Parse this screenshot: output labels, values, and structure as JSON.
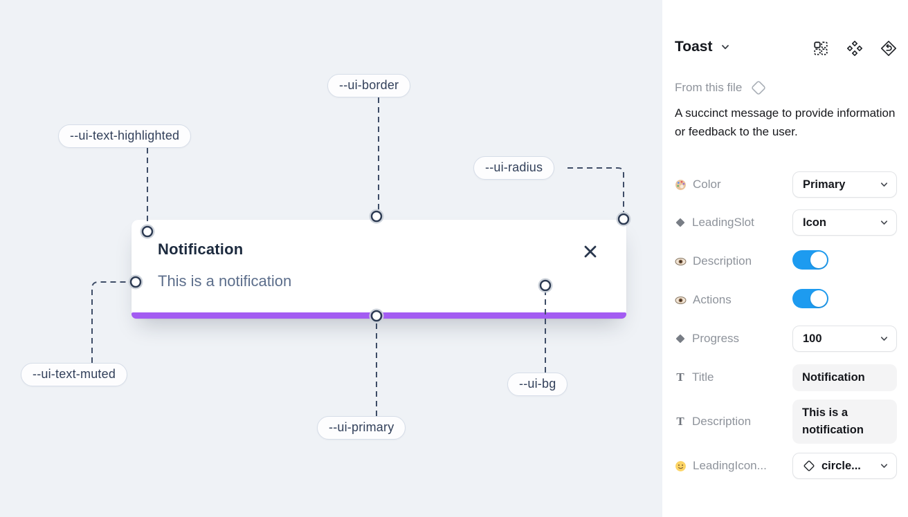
{
  "colors": {
    "canvas_bg": "#eff2f6",
    "accent_purple": "#a35cf2",
    "toggle_blue": "#1d9bf0"
  },
  "canvas": {
    "toast": {
      "title": "Notification",
      "description": "This is a notification"
    },
    "labels": [
      {
        "text": "--ui-border"
      },
      {
        "text": "--ui-text-highlighted"
      },
      {
        "text": "--ui-radius"
      },
      {
        "text": "--ui-text-muted"
      },
      {
        "text": "--ui-primary"
      },
      {
        "text": "--ui-bg"
      }
    ]
  },
  "panel": {
    "title": "Toast",
    "source_label": "From this file",
    "description": "A succinct message to provide information or feedback to the user.",
    "icons": [
      "instance-squares-icon",
      "component-diamonds-icon",
      "swap-return-icon"
    ],
    "rows": [
      {
        "icon": "palette-icon",
        "label": "Color",
        "control": "dropdown",
        "value": "Primary"
      },
      {
        "icon": "diamond-icon",
        "label": "LeadingSlot",
        "control": "dropdown",
        "value": "Icon"
      },
      {
        "icon": "eye-icon",
        "label": "Description",
        "control": "toggle",
        "value": "on"
      },
      {
        "icon": "eye-icon",
        "label": "Actions",
        "control": "toggle",
        "value": "on"
      },
      {
        "icon": "diamond-icon",
        "label": "Progress",
        "control": "dropdown",
        "value": "100"
      },
      {
        "icon": "text-icon",
        "label": "Title",
        "control": "text-field",
        "value": "Notification"
      },
      {
        "icon": "text-icon",
        "label": "Description",
        "control": "text-field",
        "value": "This is a notification"
      },
      {
        "icon": "smiley-icon",
        "label": "LeadingIcon...",
        "control": "icon-dropdown",
        "value": "circle..."
      }
    ]
  }
}
